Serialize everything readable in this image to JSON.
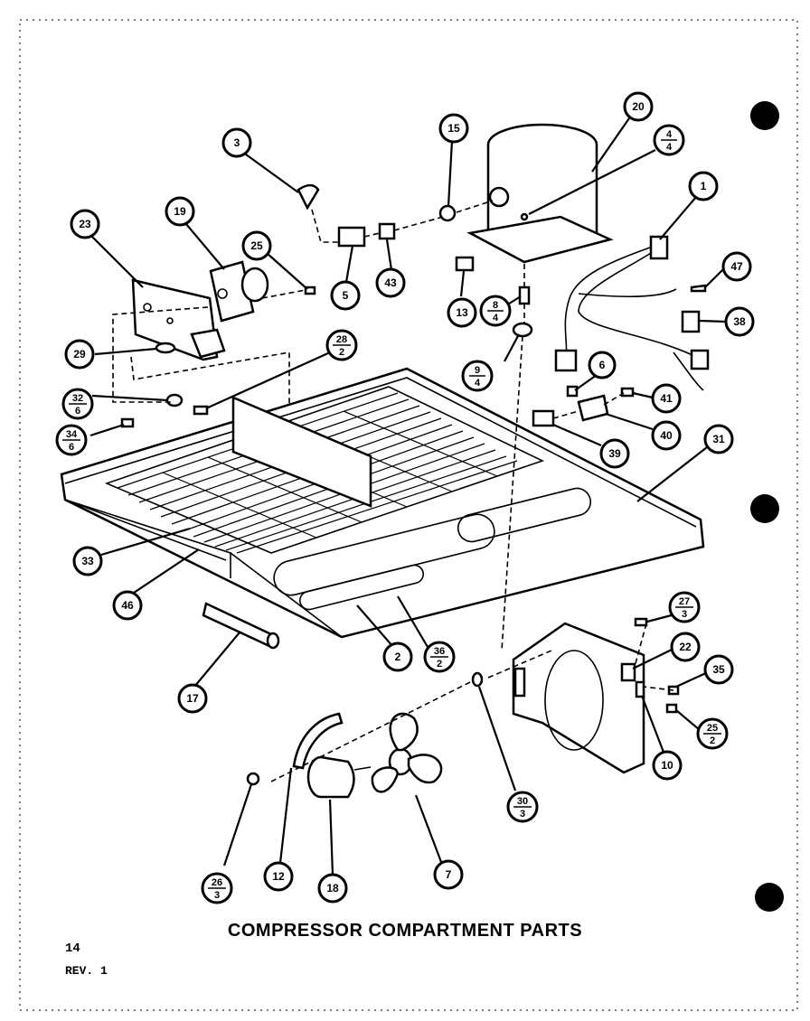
{
  "title": "COMPRESSOR COMPARTMENT PARTS",
  "page_number": "14",
  "revision": "REV. 1",
  "callouts": [
    {
      "id": "c1",
      "top": "1"
    },
    {
      "id": "c2",
      "top": "2"
    },
    {
      "id": "c3",
      "top": "3"
    },
    {
      "id": "c4",
      "top": "4",
      "bottom": "4"
    },
    {
      "id": "c5",
      "top": "5"
    },
    {
      "id": "c6",
      "top": "6"
    },
    {
      "id": "c7",
      "top": "7"
    },
    {
      "id": "c8",
      "top": "8",
      "bottom": "4"
    },
    {
      "id": "c9",
      "top": "9",
      "bottom": "4"
    },
    {
      "id": "c10",
      "top": "10"
    },
    {
      "id": "c12",
      "top": "12"
    },
    {
      "id": "c13",
      "top": "13"
    },
    {
      "id": "c15",
      "top": "15"
    },
    {
      "id": "c17",
      "top": "17"
    },
    {
      "id": "c18",
      "top": "18"
    },
    {
      "id": "c19",
      "top": "19"
    },
    {
      "id": "c20",
      "top": "20"
    },
    {
      "id": "c22",
      "top": "22"
    },
    {
      "id": "c23",
      "top": "23"
    },
    {
      "id": "c25a",
      "top": "25"
    },
    {
      "id": "c25b",
      "top": "25",
      "bottom": "2"
    },
    {
      "id": "c26",
      "top": "26",
      "bottom": "3"
    },
    {
      "id": "c27",
      "top": "27",
      "bottom": "3"
    },
    {
      "id": "c28",
      "top": "28",
      "bottom": "2"
    },
    {
      "id": "c29",
      "top": "29"
    },
    {
      "id": "c30",
      "top": "30",
      "bottom": "3"
    },
    {
      "id": "c31",
      "top": "31"
    },
    {
      "id": "c32",
      "top": "32",
      "bottom": "6"
    },
    {
      "id": "c33",
      "top": "33"
    },
    {
      "id": "c34",
      "top": "34",
      "bottom": "6"
    },
    {
      "id": "c35",
      "top": "35"
    },
    {
      "id": "c36",
      "top": "36",
      "bottom": "2"
    },
    {
      "id": "c38",
      "top": "38"
    },
    {
      "id": "c39",
      "top": "39"
    },
    {
      "id": "c40",
      "top": "40"
    },
    {
      "id": "c41",
      "top": "41"
    },
    {
      "id": "c43",
      "top": "43"
    },
    {
      "id": "c46",
      "top": "46"
    },
    {
      "id": "c47",
      "top": "47"
    }
  ]
}
